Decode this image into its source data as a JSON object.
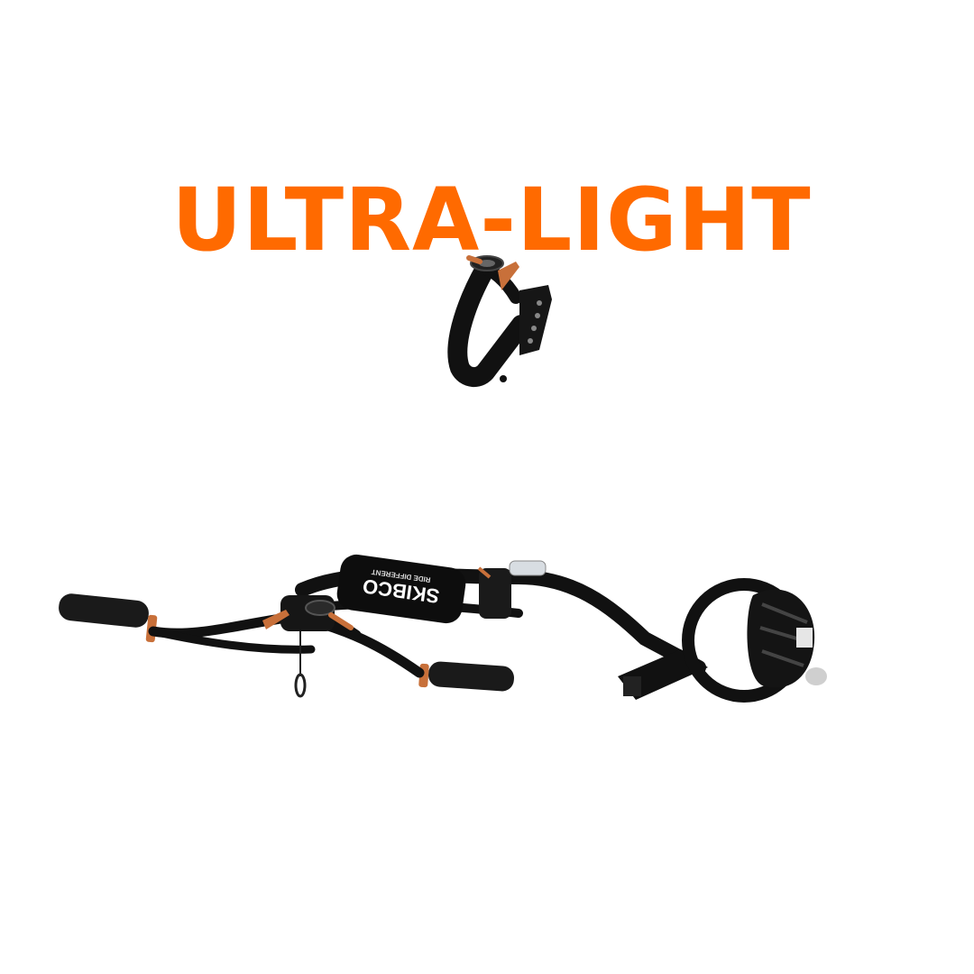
{
  "headline": "ULTRA-LIGHT",
  "product": {
    "brand": "SKIBCO",
    "tagline": "RIDE DIFFERENT"
  },
  "colors": {
    "accent": "#ff6a00",
    "frame": "#111111",
    "lever": "#c8703a",
    "background": "#ffffff"
  }
}
